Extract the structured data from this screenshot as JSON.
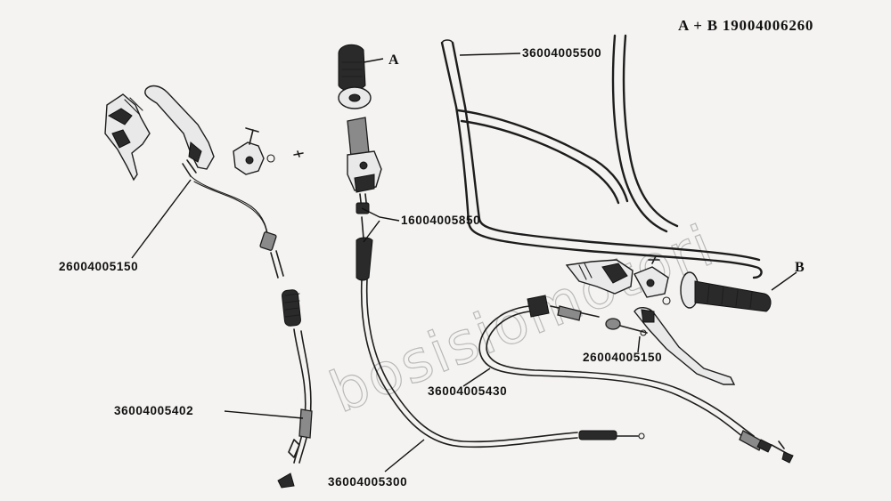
{
  "header": {
    "assembly_ref": "A + B  19004006260"
  },
  "watermark": {
    "text": "bosisiomotori"
  },
  "callouts": {
    "grip_a": "A",
    "grip_b": "B",
    "handlebar": "36004005500",
    "throttle_cable_ends": "16004005850",
    "left_lever_cable_end": "26004005150",
    "right_lever_cable_end": "26004005150",
    "left_cable": "36004005402",
    "throttle_cable": "36004005300",
    "right_cable": "36004005430"
  }
}
